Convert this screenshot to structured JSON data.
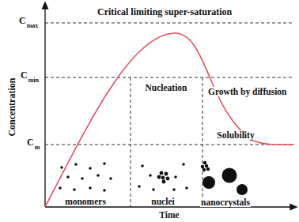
{
  "diagram": {
    "labels": [
      "Critical limiting super-saturation",
      "C",
      "max",
      "C",
      "min",
      "Nucleation",
      "Growth by diffusion",
      "C",
      "m",
      "Solubility",
      "monomers",
      "nuclei",
      "nanocrystals",
      "Concentration",
      "Time"
    ]
  }
}
